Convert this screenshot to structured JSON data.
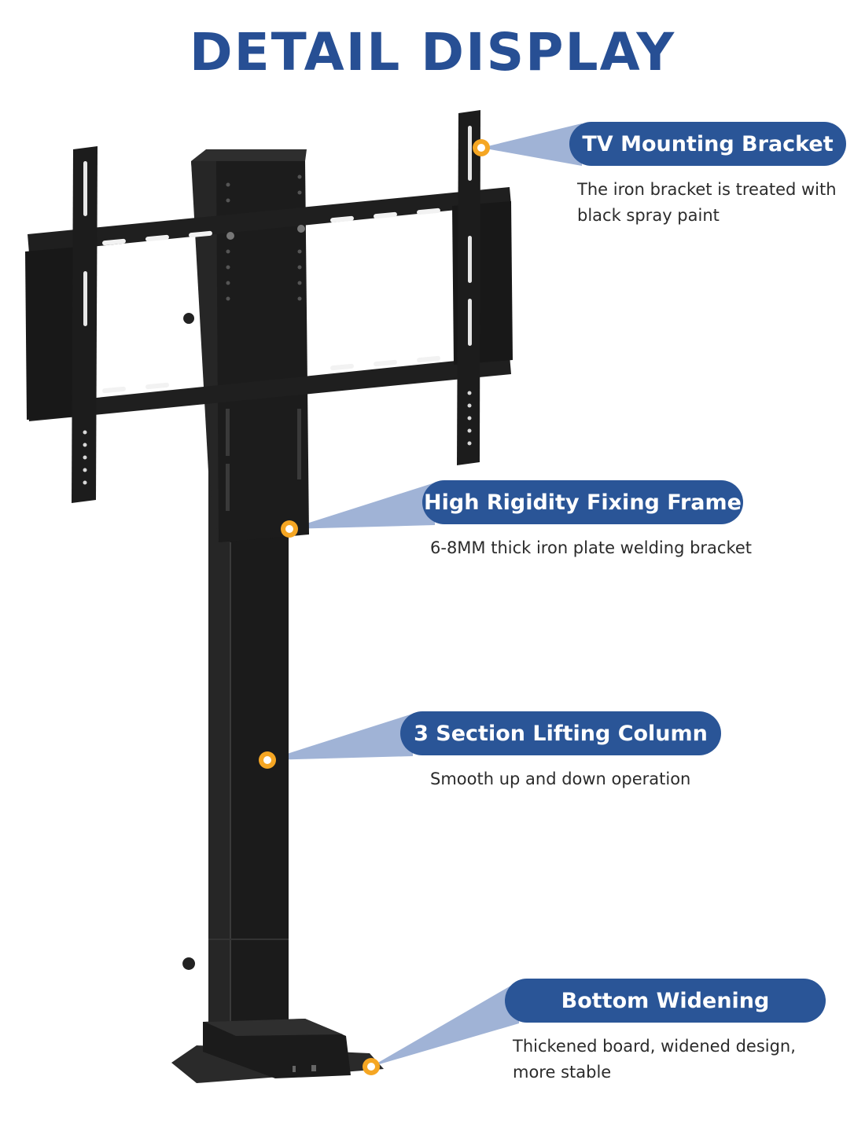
{
  "title": "DETAIL DISPLAY",
  "colors": {
    "title": "#274f94",
    "pill_bg": "#2a5597",
    "pill_text": "#ffffff",
    "callout_beam": "#8fa6cf",
    "marker": "#f5a623",
    "product": "#1b1b1b"
  },
  "features": [
    {
      "label": "TV Mounting Bracket",
      "description": [
        "The iron bracket is treated with",
        "black spray paint"
      ]
    },
    {
      "label": "High Rigidity Fixing Frame",
      "description": [
        "6-8MM thick iron plate welding bracket"
      ]
    },
    {
      "label": "3 Section Lifting Column",
      "description": [
        "Smooth up and down operation"
      ]
    },
    {
      "label": "Bottom Widening",
      "description": [
        "Thickened board, widened design,",
        "more stable"
      ]
    }
  ]
}
